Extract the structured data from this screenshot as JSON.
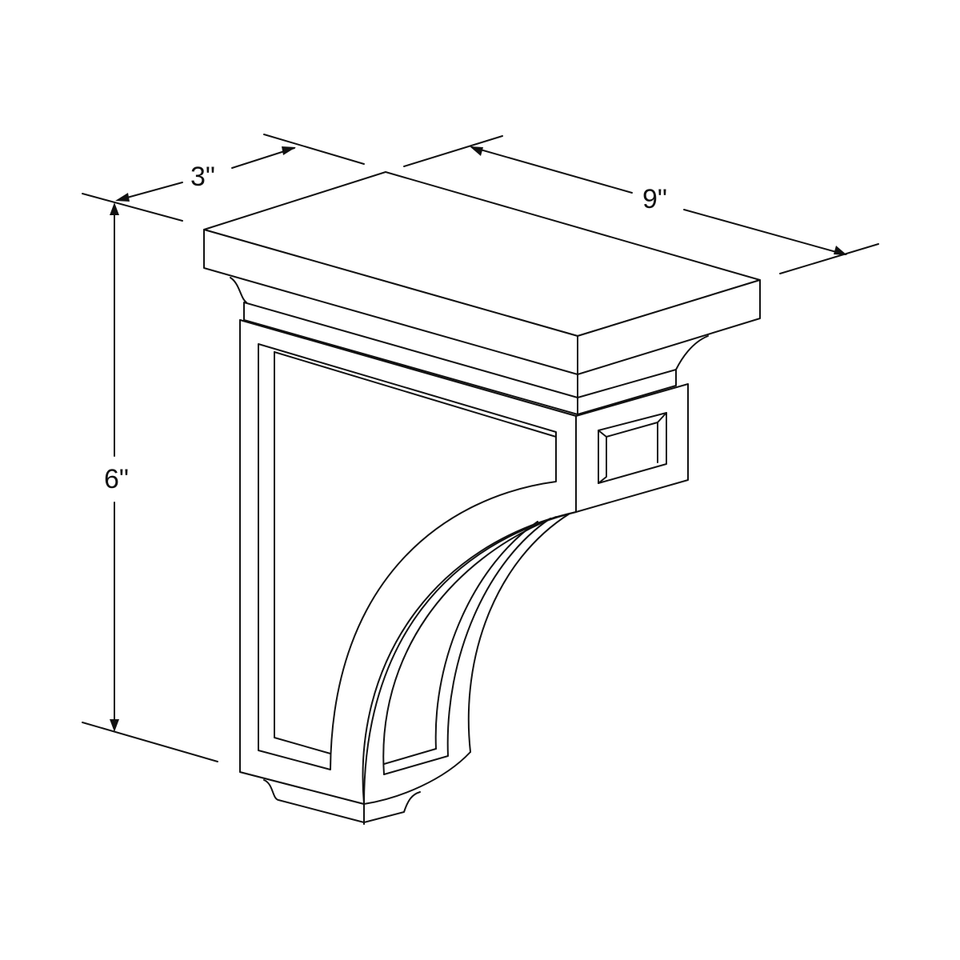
{
  "dimensions": {
    "depth": "3\"",
    "width": "9\"",
    "height": "6\""
  },
  "colors": {
    "stroke": "#111111",
    "background": "#ffffff"
  }
}
